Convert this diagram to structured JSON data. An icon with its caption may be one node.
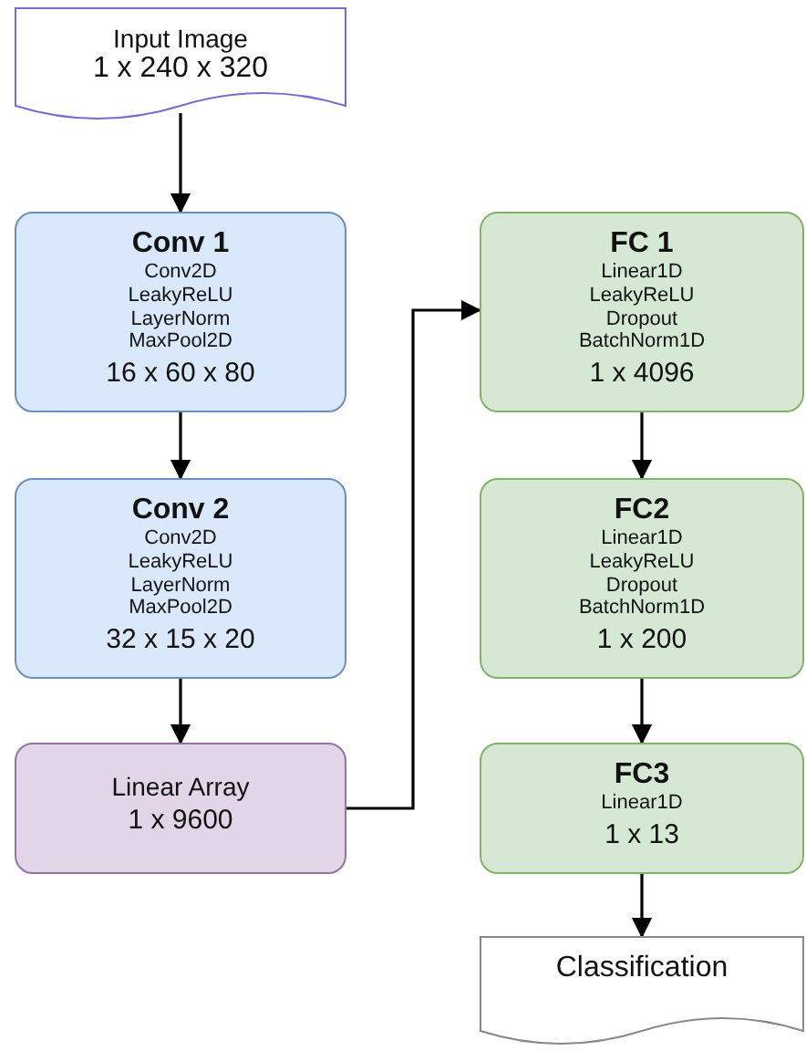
{
  "diagram": {
    "nodes": [
      {
        "text": [
          "Input Image",
          "1 x 240 x 320"
        ]
      },
      {
        "text": [
          "Conv 1",
          "Conv2D",
          "LeakyReLU",
          "LayerNorm",
          "MaxPool2D",
          "16 x 60 x 80"
        ]
      },
      {
        "text": [
          "Conv 2",
          "Conv2D",
          "LeakyReLU",
          "LayerNorm",
          "MaxPool2D",
          "32 x 15 x 20"
        ]
      },
      {
        "text": [
          "Linear Array",
          "1 x 9600"
        ]
      },
      {
        "text": [
          "FC 1",
          "Linear1D",
          "LeakyReLU",
          "Dropout",
          "BatchNorm1D",
          "1 x 4096"
        ]
      },
      {
        "text": [
          "FC2",
          "Linear1D",
          "LeakyReLU",
          "Dropout",
          "BatchNorm1D",
          "1 x 200"
        ]
      },
      {
        "text": [
          "FC3",
          "Linear1D",
          "1 x 13"
        ]
      },
      {
        "text": [
          "Classification"
        ]
      }
    ],
    "edges": [
      {
        "from": 0,
        "to": 1,
        "arrow": "to"
      },
      {
        "from": 1,
        "to": 2,
        "arrow": "to"
      },
      {
        "from": 2,
        "to": 3,
        "arrow": "to"
      },
      {
        "from": 3,
        "to": 4,
        "arrow": "to"
      },
      {
        "from": 4,
        "to": 5,
        "arrow": "to"
      },
      {
        "from": 5,
        "to": 6,
        "arrow": "to"
      },
      {
        "from": 6,
        "to": 7,
        "arrow": "to"
      }
    ]
  }
}
